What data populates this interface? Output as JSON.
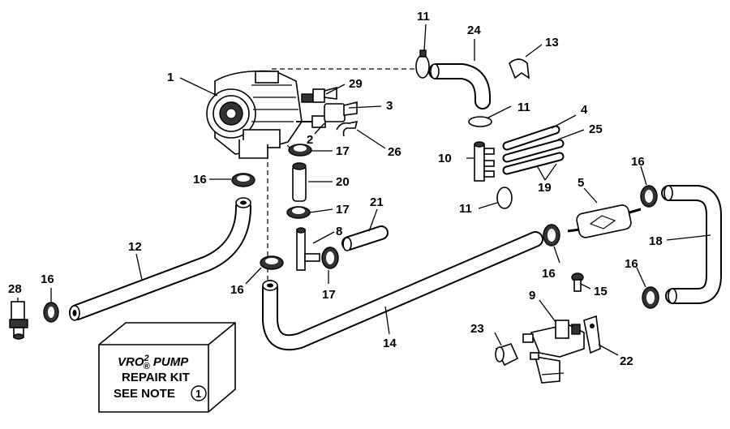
{
  "callouts": {
    "c1": "1",
    "c2": "2",
    "c3": "3",
    "c4": "4",
    "c5": "5",
    "c8": "8",
    "c9": "9",
    "c10": "10",
    "c11a": "11",
    "c11b": "11",
    "c11c": "11",
    "c12": "12",
    "c13": "13",
    "c14": "14",
    "c15": "15",
    "c16a": "16",
    "c16b": "16",
    "c16c": "16",
    "c16d": "16",
    "c16e": "16",
    "c16f": "16",
    "c17a": "17",
    "c17b": "17",
    "c17c": "17",
    "c18": "18",
    "c19": "19",
    "c20": "20",
    "c21": "21",
    "c22": "22",
    "c23": "23",
    "c24": "24",
    "c25": "25",
    "c26": "26",
    "c28": "28",
    "c29": "29"
  },
  "kit_box": {
    "brand": "VRO",
    "brand_sup": "2",
    "brand_sub": "®",
    "line1_suffix": " PUMP",
    "line2": "REPAIR KIT",
    "line3": "SEE NOTE",
    "note_number": "1"
  }
}
